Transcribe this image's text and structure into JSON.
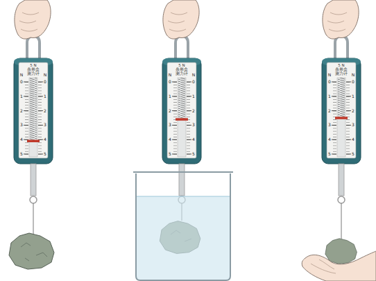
{
  "diagram": {
    "nodes": [
      {
        "text": [
          "5 N",
          "条形盒 测力计"
        ]
      },
      {
        "text": [
          "5 N",
          "条形盒 测力计"
        ]
      },
      {
        "text": [
          "5 N",
          "条形盒 测力计"
        ]
      }
    ],
    "labels": [
      "N",
      "N",
      "0",
      "0",
      "1",
      "1",
      "2",
      "2",
      "3",
      "3",
      "4",
      "4",
      "5",
      "5",
      "N",
      "N",
      "0",
      "0",
      "1",
      "1",
      "2",
      "2",
      "3",
      "3",
      "4",
      "4",
      "5",
      "5",
      "N",
      "N",
      "0",
      "0",
      "1",
      "1",
      "2",
      "2",
      "3",
      "3",
      "4",
      "4",
      "5",
      "5"
    ]
  }
}
